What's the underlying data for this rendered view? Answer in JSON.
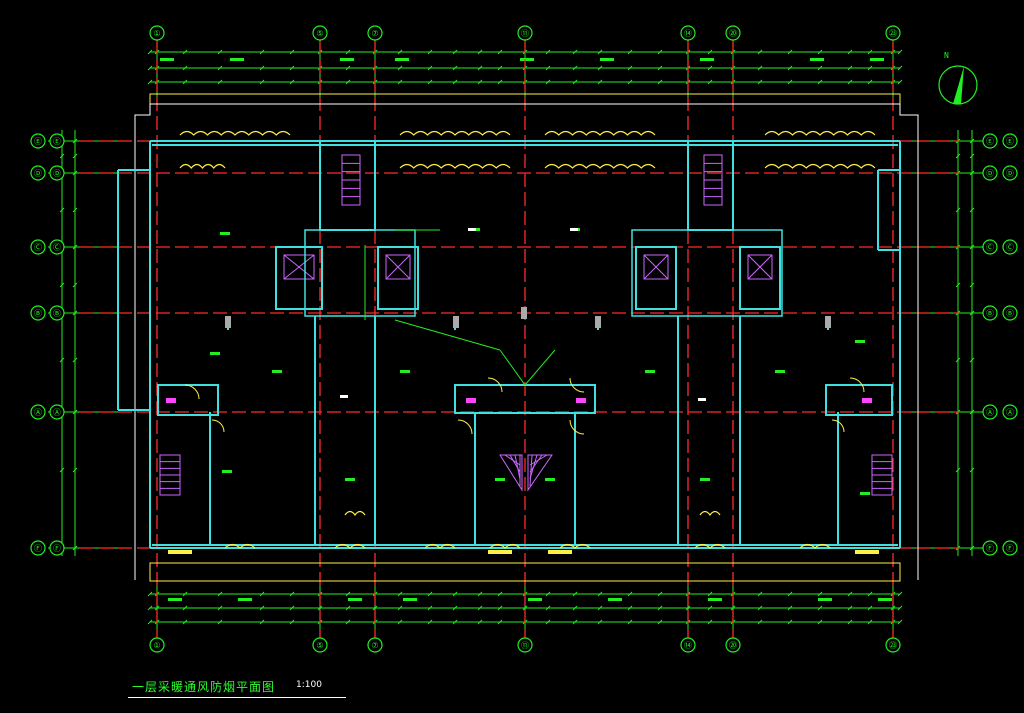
{
  "drawing": {
    "title": "一层采暖通风防烟平面图",
    "scale": "1:100",
    "north_label": "N"
  },
  "axes": {
    "vertical": [
      "①",
      "⑤",
      "⑦",
      "⑪",
      "⑭",
      "⑳",
      "㉓"
    ],
    "horizontal": [
      "Ⓔ",
      "Ⓓ",
      "Ⓒ",
      "Ⓑ",
      "Ⓐ",
      "Ⓕ"
    ]
  },
  "colors": {
    "background": "#000000",
    "wall": "#3fe0e0",
    "dimension": "#22ee22",
    "axis": "#ff2a2a",
    "radiator": "#ffee44",
    "stair": "#cc66ff",
    "outline": "#ffffff"
  }
}
